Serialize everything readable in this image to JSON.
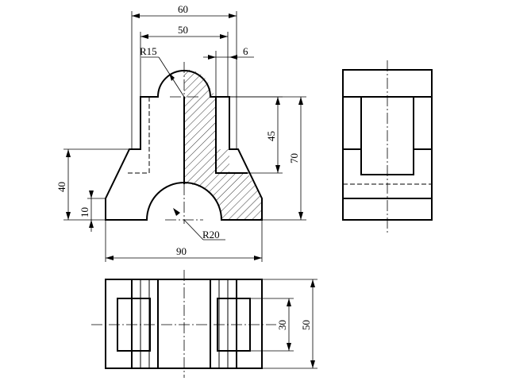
{
  "dimensions": {
    "width_60": "60",
    "width_50": "50",
    "offset_6": "6",
    "radius_15": "R15",
    "height_45": "45",
    "height_70": "70",
    "height_40": "40",
    "height_10": "10",
    "radius_20": "R20",
    "width_90": "90",
    "slot_30": "30",
    "depth_50": "50"
  }
}
